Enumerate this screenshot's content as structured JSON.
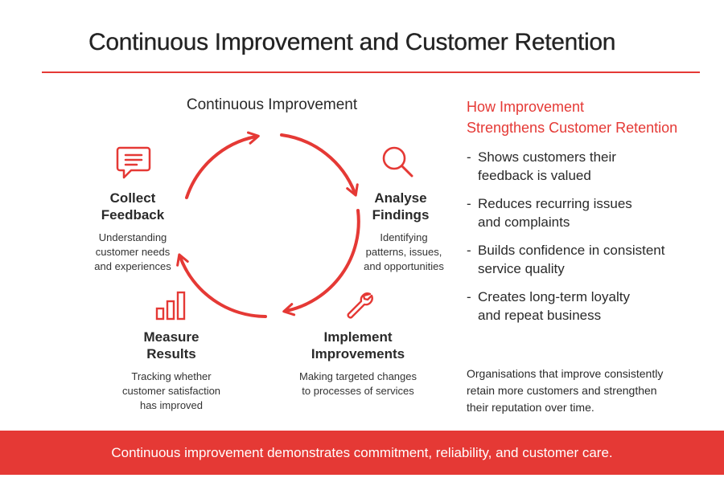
{
  "title": "Continuous Improvement and Customer Retention",
  "cycle": {
    "title": "Continuous Improvement",
    "steps": [
      {
        "icon": "chat-bubble-icon",
        "title_line1": "Collect",
        "title_line2": "Feedback",
        "desc_line1": "Understanding",
        "desc_line2": "customer needs",
        "desc_line3": "and experiences"
      },
      {
        "icon": "magnifier-icon",
        "title_line1": "Analyse",
        "title_line2": "Findings",
        "desc_line1": "Identifying",
        "desc_line2": "patterns, issues,",
        "desc_line3": "and opportunities"
      },
      {
        "icon": "wrench-icon",
        "title_line1": "Implement",
        "title_line2": "Improvements",
        "desc_line1": "Making targeted changes",
        "desc_line2": "to processes of services"
      },
      {
        "icon": "bar-chart-icon",
        "title_line1": "Measure",
        "title_line2": "Results",
        "desc_line1": "Tracking whether",
        "desc_line2": "customer satisfaction",
        "desc_line3": "has improved"
      }
    ]
  },
  "sidebar": {
    "heading_line1": "How Improvement",
    "heading_line2": "Strengthens Customer Retention",
    "benefits": [
      {
        "line1": "Shows customers their",
        "line2": "feedback is valued"
      },
      {
        "line1": "Reduces recurring issues",
        "line2": "and complaints"
      },
      {
        "line1": "Builds confidence in consistent",
        "line2": "service quality"
      },
      {
        "line1": "Creates long-term loyalty",
        "line2": "and repeat business"
      }
    ],
    "note_line1": "Organisations that improve consistently",
    "note_line2": "retain more customers and strengthen",
    "note_line3": "their reputation over time."
  },
  "footer": {
    "text": "Continuous improvement demonstrates commitment, reliability, and customer care."
  },
  "colors": {
    "accent": "#e53935",
    "text": "#2a2a2a",
    "background": "#ffffff"
  }
}
